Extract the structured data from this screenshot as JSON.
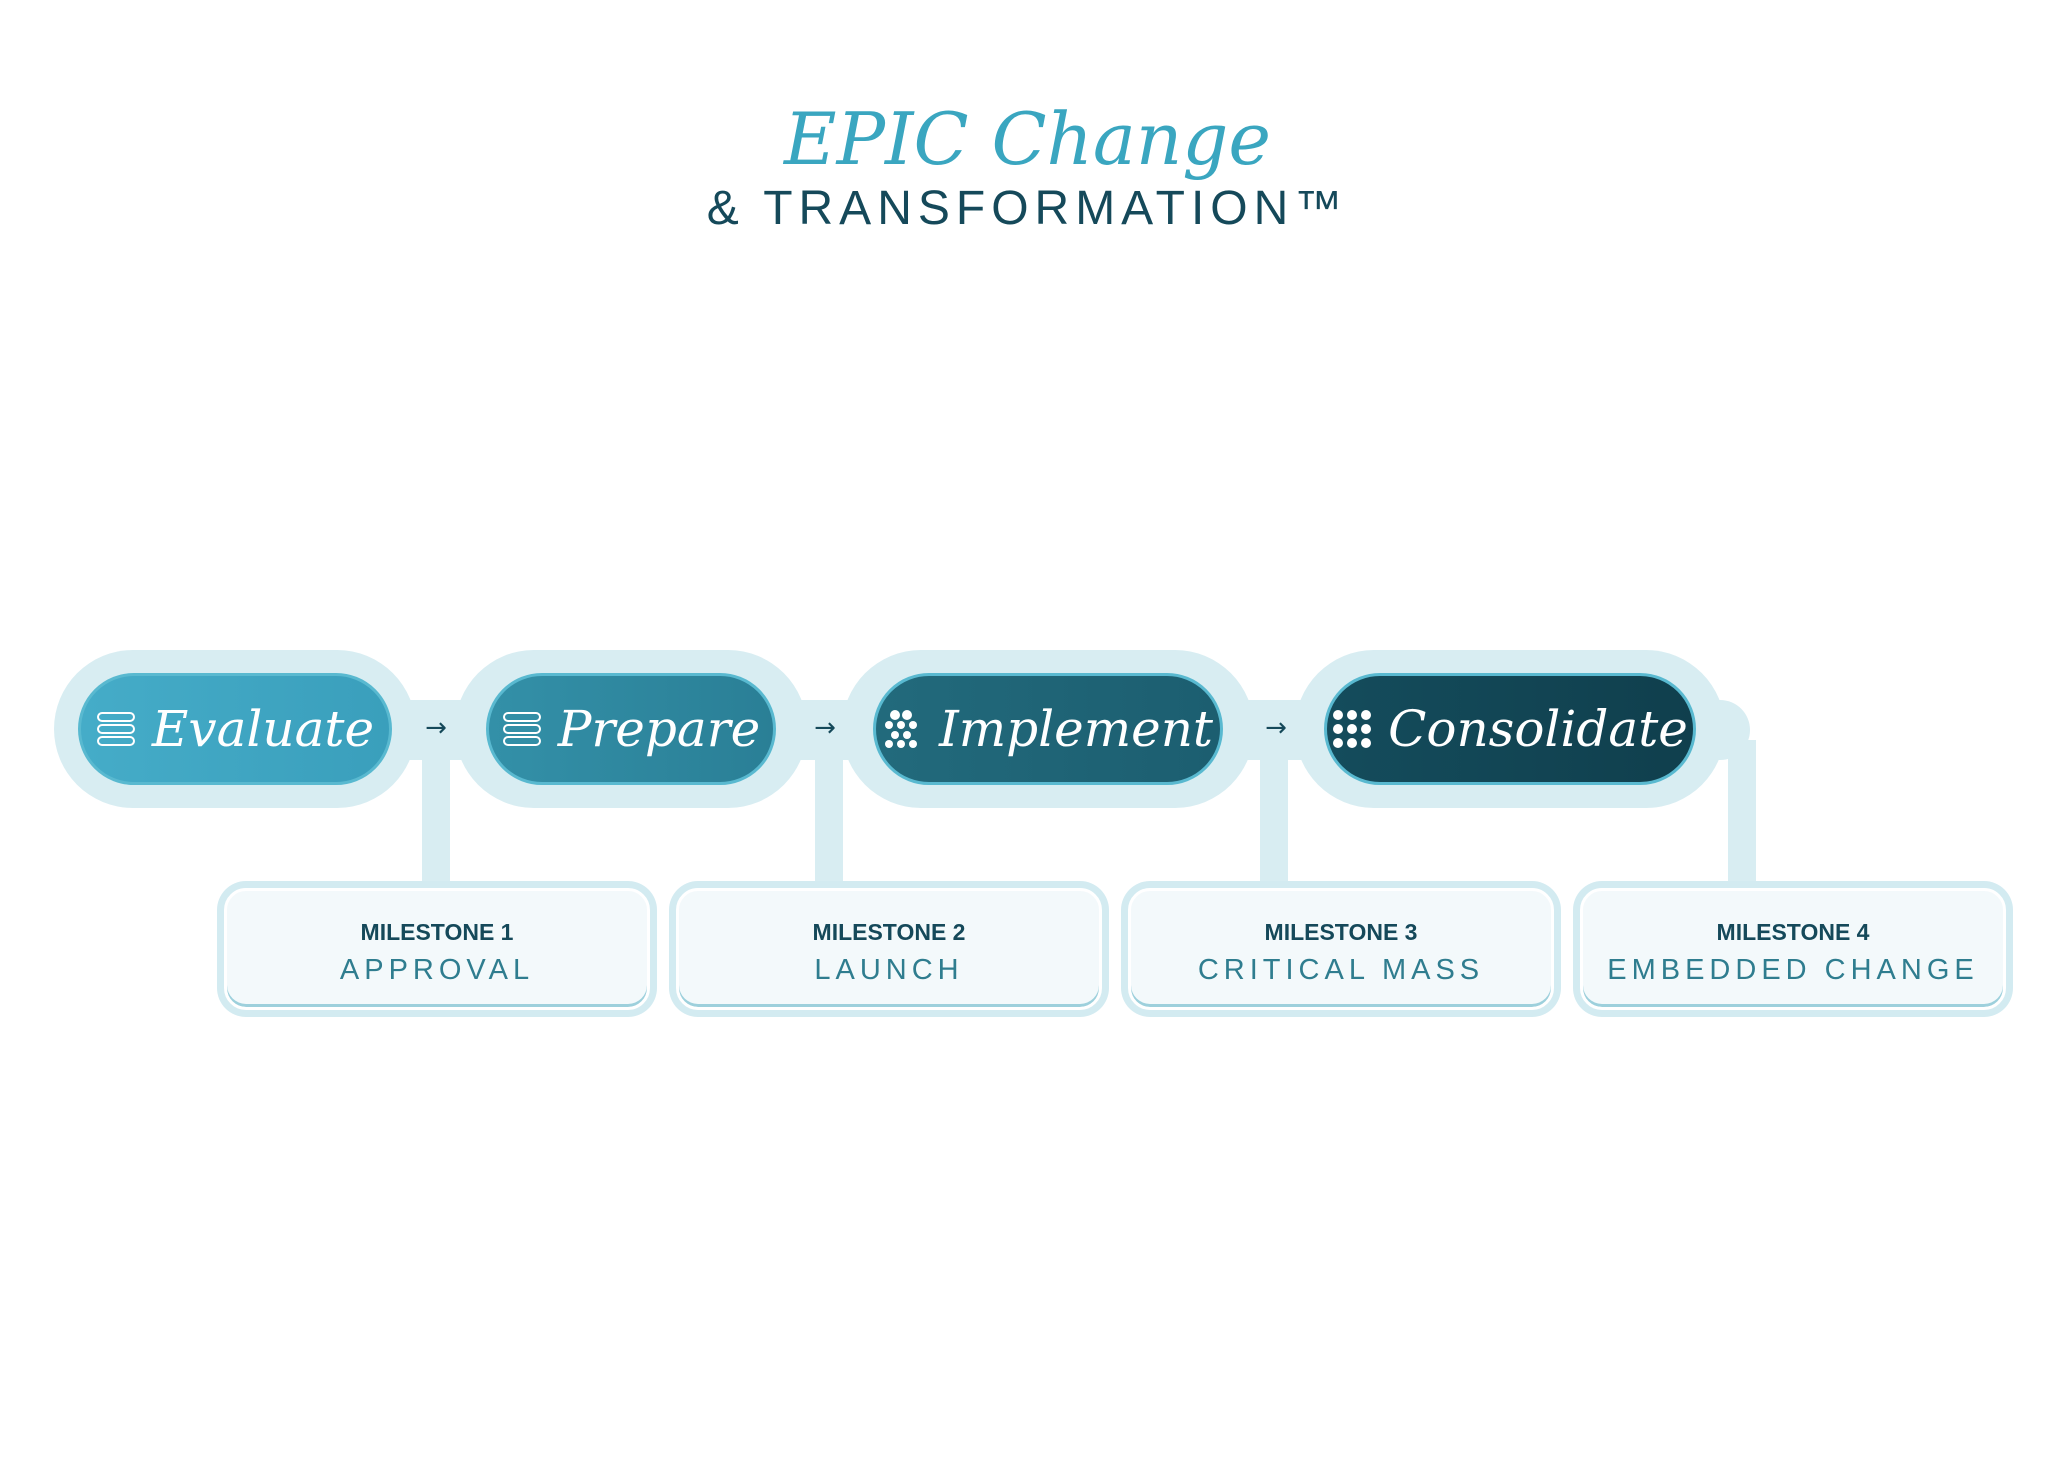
{
  "title": {
    "main": "EPIC Change",
    "sub": "& TRANSFORMATION™"
  },
  "phases": [
    {
      "label": "Evaluate",
      "icon": "stacked-lines-outline-icon",
      "color": "#3fa7c4"
    },
    {
      "label": "Prepare",
      "icon": "stacked-lines-outline-icon",
      "color": "#2e859c"
    },
    {
      "label": "Implement",
      "icon": "dot-cluster-icon",
      "color": "#1f6374"
    },
    {
      "label": "Consolidate",
      "icon": "dot-grid-icon",
      "color": "#124757"
    }
  ],
  "arrow_glyph": "→",
  "milestones": [
    {
      "number": "MILESTONE 1",
      "name": "APPROVAL"
    },
    {
      "number": "MILESTONE 2",
      "name": "LAUNCH"
    },
    {
      "number": "MILESTONE 3",
      "name": "CRITICAL MASS"
    },
    {
      "number": "MILESTONE 4",
      "name": "EMBEDDED CHANGE"
    }
  ],
  "colors": {
    "title": "#3aa6c0",
    "subtitle": "#15495a",
    "track": "#d8edf2",
    "pill_border": "#59b9d0",
    "milestone_bg": "#f3f9fb",
    "milestone_text": "#2f7d8f"
  }
}
